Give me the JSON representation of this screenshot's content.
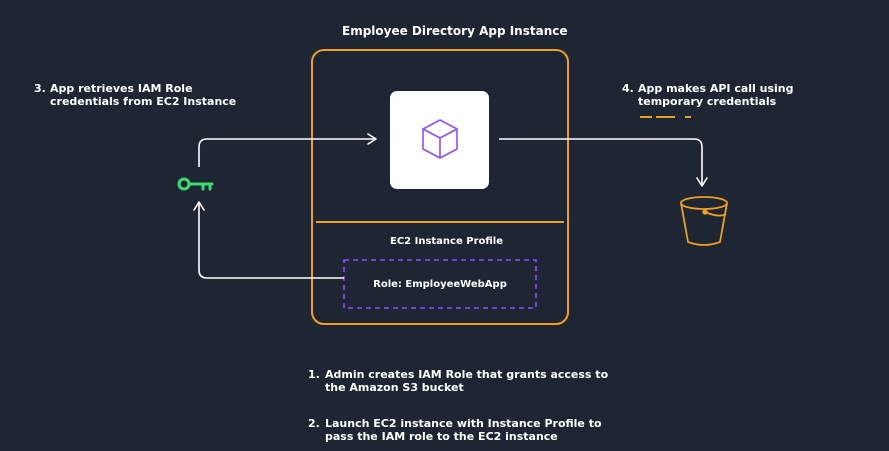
{
  "title": "Employee Directory App Instance",
  "instance_profile_label": "EC2 Instance Profile",
  "role_label": "Role: EmployeeWebApp",
  "step3": {
    "number": "3.",
    "line1": "App retrieves IAM Role",
    "line2": "credentials from EC2 Instance"
  },
  "step4": {
    "number": "4.",
    "line1": "App makes API call using",
    "line2": "temporary credentials"
  },
  "step1": {
    "number": "1.",
    "line1": "Admin creates IAM Role that grants access to",
    "line2": "the Amazon S3 bucket"
  },
  "step2": {
    "number": "2.",
    "line1": "Launch EC2 instance with Instance Profile to",
    "line2": "pass the IAM role to the EC2 instance"
  },
  "icons": {
    "key": "key-icon",
    "ec2": "cube-icon",
    "s3": "bucket-icon"
  },
  "colors": {
    "background": "#1f2633",
    "orange": "#f0a020",
    "purple": "#8c4fff",
    "green": "#3ddc72",
    "white": "#ffffff"
  }
}
